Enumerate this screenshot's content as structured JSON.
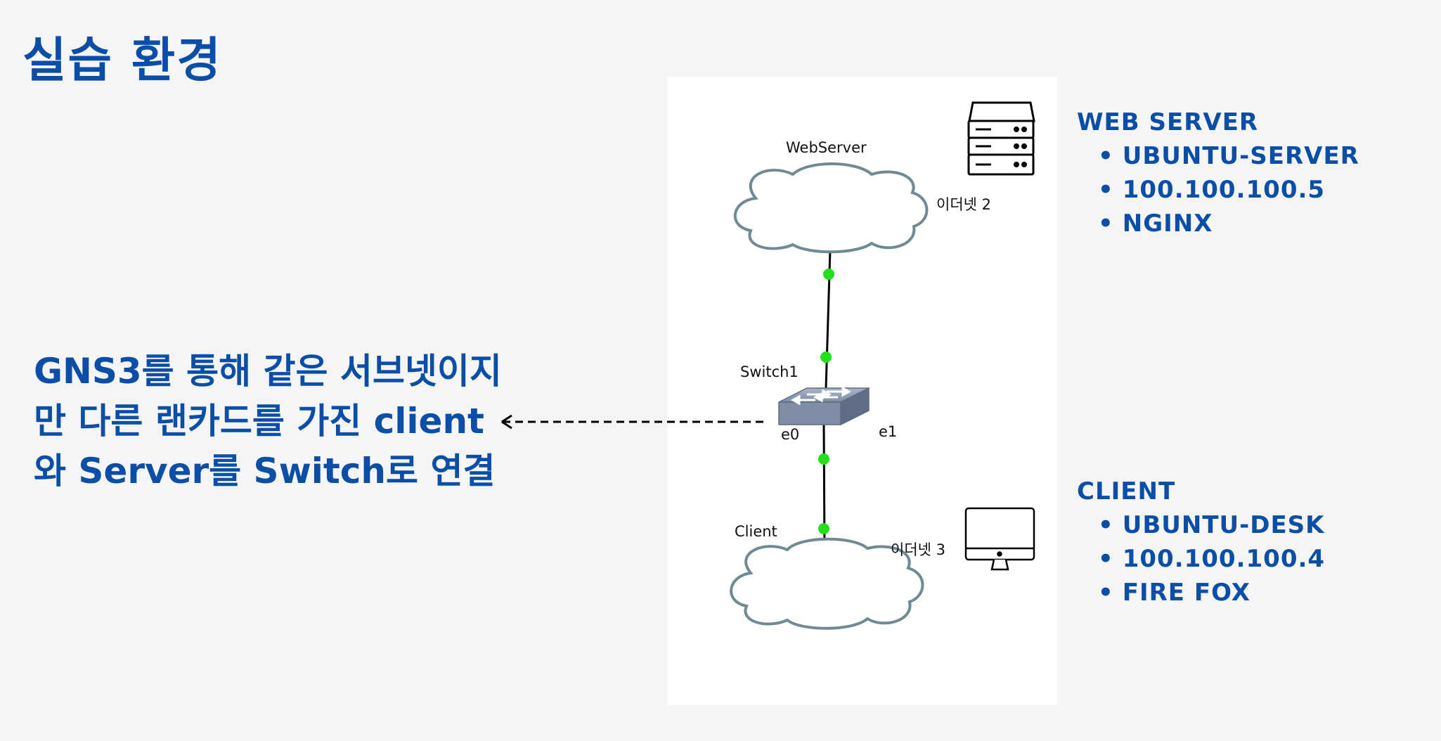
{
  "title": "실습 환경",
  "description": {
    "lines": [
      "GNS3를 통해 같은 서브넷이지",
      "만 다른  랜카드를 가진 client",
      "와 Server를  Switch로 연결"
    ]
  },
  "diagram": {
    "webserver_label": "WebServer",
    "webserver_interface": "이더넷 2",
    "switch_label": "Switch1",
    "port_e0": "e0",
    "port_e1": "e1",
    "client_label": "Client",
    "client_interface": "이더넷 3",
    "link_color": "#22e01a"
  },
  "web_server": {
    "heading": "WEB SERVER",
    "items": [
      "UBUNTU-SERVER",
      "100.100.100.5",
      "NGINX"
    ]
  },
  "client": {
    "heading": "CLIENT",
    "items": [
      "UBUNTU-DESK",
      "100.100.100.4",
      "FIRE FOX"
    ]
  },
  "colors": {
    "accent": "#0b4ea8",
    "background": "#f5f5f5",
    "cloud_stroke": "#6f8a93"
  }
}
